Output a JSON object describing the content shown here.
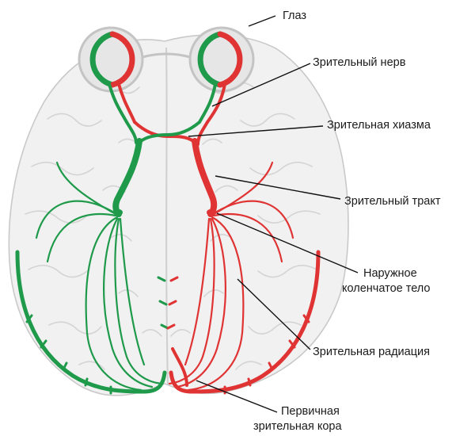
{
  "colors": {
    "left_pathway": "#1e9a4a",
    "right_pathway": "#e03434",
    "brain_fill": "#f1f1f1",
    "brain_outline": "#c9c9c9"
  },
  "labels": {
    "eye": "Глаз",
    "optic_nerve": "Зрительный нерв",
    "optic_chiasm": "Зрительная хиазма",
    "optic_tract": "Зрительный тракт",
    "lgn_line1": "Наружное",
    "lgn_line2": "коленчатое тело",
    "optic_radiation": "Зрительная радиация",
    "visual_cortex_line1": "Первичная",
    "visual_cortex_line2": "зрительная кора"
  }
}
